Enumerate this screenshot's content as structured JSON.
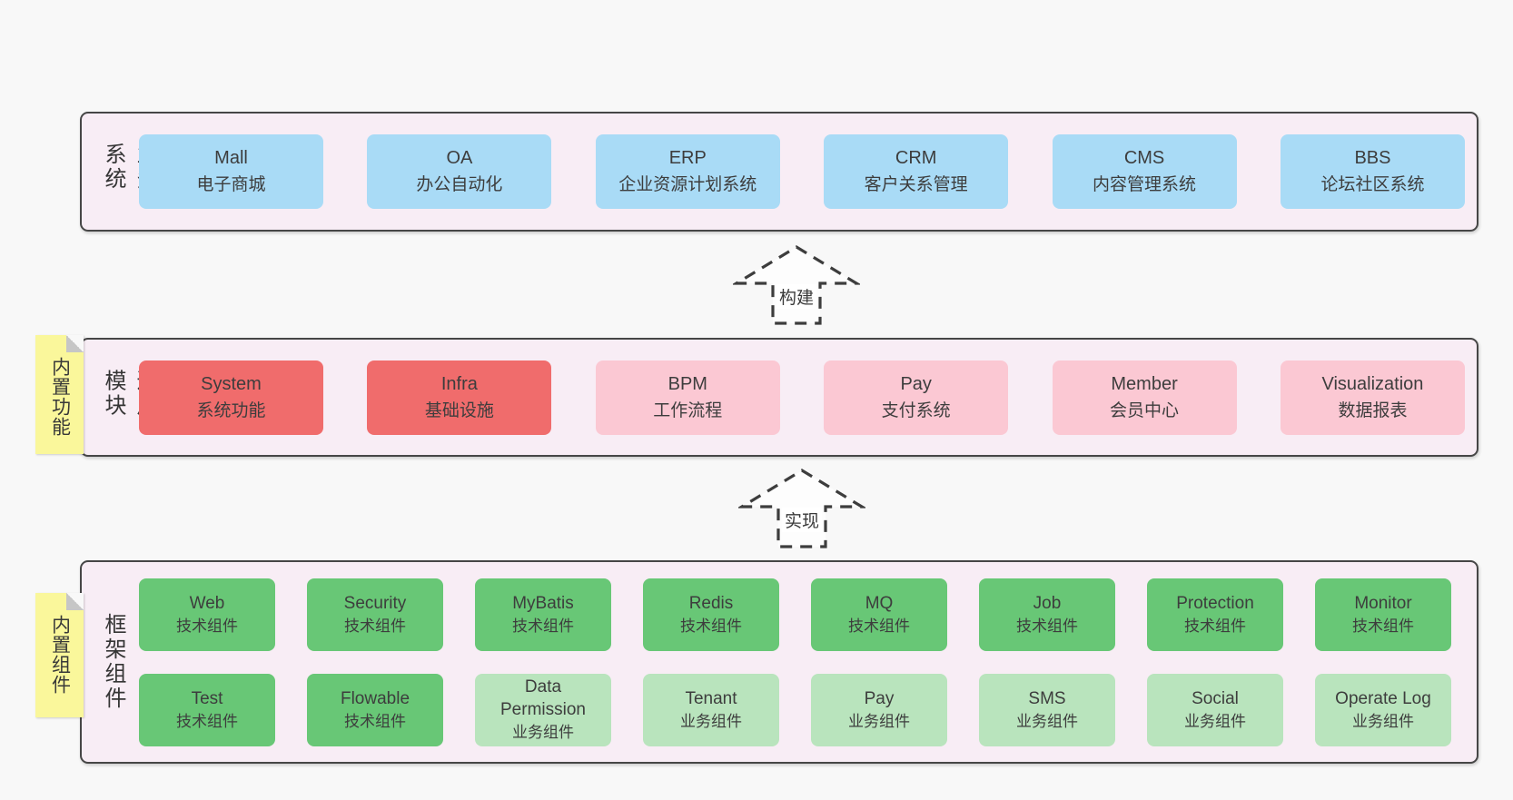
{
  "colors": {
    "page_bg": "#f8f8f8",
    "container_bg": "#f8edf5",
    "border": "#464646",
    "text": "#3d3d3d",
    "blue": "#a9dbf6",
    "red": "#f06c6c",
    "pink": "#fbc8d3",
    "green_dark": "#68c776",
    "green_light": "#b9e4bd",
    "sticky": "#faf79b"
  },
  "business": {
    "label": "业务系统",
    "boxes": [
      {
        "title": "Mall",
        "subtitle": "电子商城",
        "variant": "blue"
      },
      {
        "title": "OA",
        "subtitle": "办公自动化",
        "variant": "blue"
      },
      {
        "title": "ERP",
        "subtitle": "企业资源计划系统",
        "variant": "blue"
      },
      {
        "title": "CRM",
        "subtitle": "客户关系管理",
        "variant": "blue"
      },
      {
        "title": "CMS",
        "subtitle": "内容管理系统",
        "variant": "blue"
      },
      {
        "title": "BBS",
        "subtitle": "论坛社区系统",
        "variant": "blue"
      }
    ]
  },
  "common": {
    "label": "通用模块",
    "sticky": "内置功能",
    "boxes": [
      {
        "title": "System",
        "subtitle": "系统功能",
        "variant": "red"
      },
      {
        "title": "Infra",
        "subtitle": "基础设施",
        "variant": "red"
      },
      {
        "title": "BPM",
        "subtitle": "工作流程",
        "variant": "pink"
      },
      {
        "title": "Pay",
        "subtitle": "支付系统",
        "variant": "pink"
      },
      {
        "title": "Member",
        "subtitle": "会员中心",
        "variant": "pink"
      },
      {
        "title": "Visualization",
        "subtitle": "数据报表",
        "variant": "pink"
      }
    ]
  },
  "framework": {
    "label": "框架组件",
    "sticky": "内置组件",
    "row1": [
      {
        "title": "Web",
        "subtitle": "技术组件",
        "variant": "green_dark"
      },
      {
        "title": "Security",
        "subtitle": "技术组件",
        "variant": "green_dark"
      },
      {
        "title": "MyBatis",
        "subtitle": "技术组件",
        "variant": "green_dark"
      },
      {
        "title": "Redis",
        "subtitle": "技术组件",
        "variant": "green_dark"
      },
      {
        "title": "MQ",
        "subtitle": "技术组件",
        "variant": "green_dark"
      },
      {
        "title": "Job",
        "subtitle": "技术组件",
        "variant": "green_dark"
      },
      {
        "title": "Protection",
        "subtitle": "技术组件",
        "variant": "green_dark"
      },
      {
        "title": "Monitor",
        "subtitle": "技术组件",
        "variant": "green_dark"
      }
    ],
    "row2": [
      {
        "title": "Test",
        "subtitle": "技术组件",
        "variant": "green_dark"
      },
      {
        "title": "Flowable",
        "subtitle": "技术组件",
        "variant": "green_dark"
      },
      {
        "title": "Data\nPermission",
        "subtitle": "业务组件",
        "variant": "green_light"
      },
      {
        "title": "Tenant",
        "subtitle": "业务组件",
        "variant": "green_light"
      },
      {
        "title": "Pay",
        "subtitle": "业务组件",
        "variant": "green_light"
      },
      {
        "title": "SMS",
        "subtitle": "业务组件",
        "variant": "green_light"
      },
      {
        "title": "Social",
        "subtitle": "业务组件",
        "variant": "green_light"
      },
      {
        "title": "Operate Log",
        "subtitle": "业务组件",
        "variant": "green_light"
      }
    ]
  },
  "arrows": {
    "build": "构建",
    "implement": "实现"
  }
}
